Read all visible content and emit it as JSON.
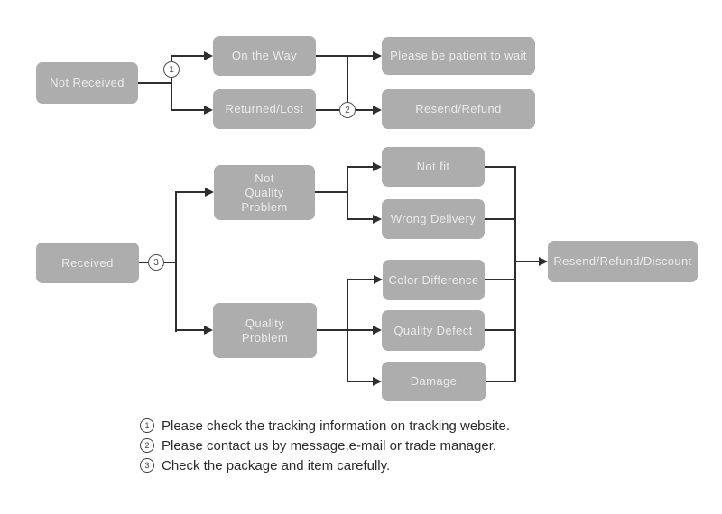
{
  "colors": {
    "node_fill": "#adadad",
    "node_text": "#ebebeb",
    "line": "#2e2e2e",
    "marker_stroke": "#4f4f4f",
    "footnote_text": "#2b2b2b",
    "background": "#ffffff"
  },
  "flowchart_top": {
    "nodes": {
      "not_received": {
        "label": "Not Received"
      },
      "on_the_way": {
        "label": "On the Way"
      },
      "returned_lost": {
        "label": "Returned/Lost"
      },
      "patient": {
        "label": "Please be patient to wait"
      },
      "resend_refund": {
        "label": "Resend/Refund"
      }
    },
    "markers": {
      "m1": "1",
      "m2": "2"
    }
  },
  "flowchart_bottom": {
    "nodes": {
      "received": {
        "label": "Received"
      },
      "not_quality_problem": {
        "lines": [
          "Not",
          "Quality",
          "Problem"
        ]
      },
      "quality_problem": {
        "lines": [
          "Quality",
          "Problem"
        ]
      },
      "not_fit": {
        "label": "Not fit"
      },
      "wrong_delivery": {
        "label": "Wrong Delivery"
      },
      "color_difference": {
        "label": "Color Difference"
      },
      "quality_defect": {
        "label": "Quality Defect"
      },
      "damage": {
        "label": "Damage"
      },
      "resolution": {
        "label": "Resend/Refund/Discount"
      }
    },
    "markers": {
      "m3": "3"
    }
  },
  "footnotes": [
    {
      "marker": "1",
      "text": "Please check the tracking information on tracking website."
    },
    {
      "marker": "2",
      "text": "Please contact us by message,e-mail or trade manager."
    },
    {
      "marker": "3",
      "text": "Check the package and item carefully."
    }
  ]
}
